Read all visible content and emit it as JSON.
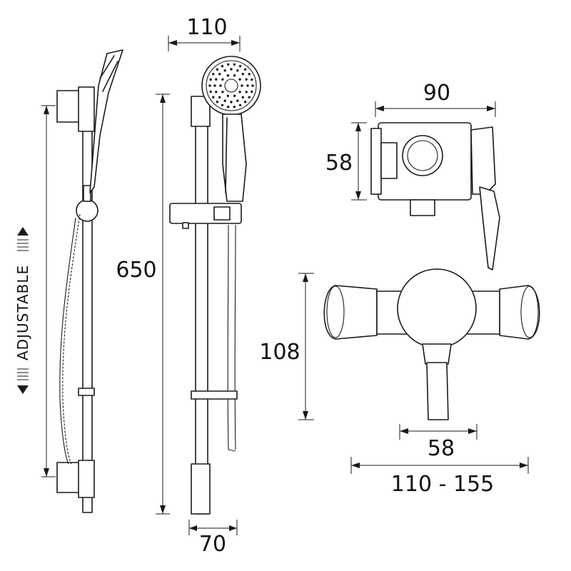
{
  "dimensions": {
    "head_width": "110",
    "valve_depth": "90",
    "valve_height_side": "58",
    "rail_length": "650",
    "valve_height": "108",
    "lever_width": "58",
    "centres_range": "110 - 155",
    "bracket_width": "70"
  },
  "adjustable_label": "ADJUSTABLE",
  "colors": {
    "line": "#1a1a1a",
    "background": "#ffffff"
  }
}
